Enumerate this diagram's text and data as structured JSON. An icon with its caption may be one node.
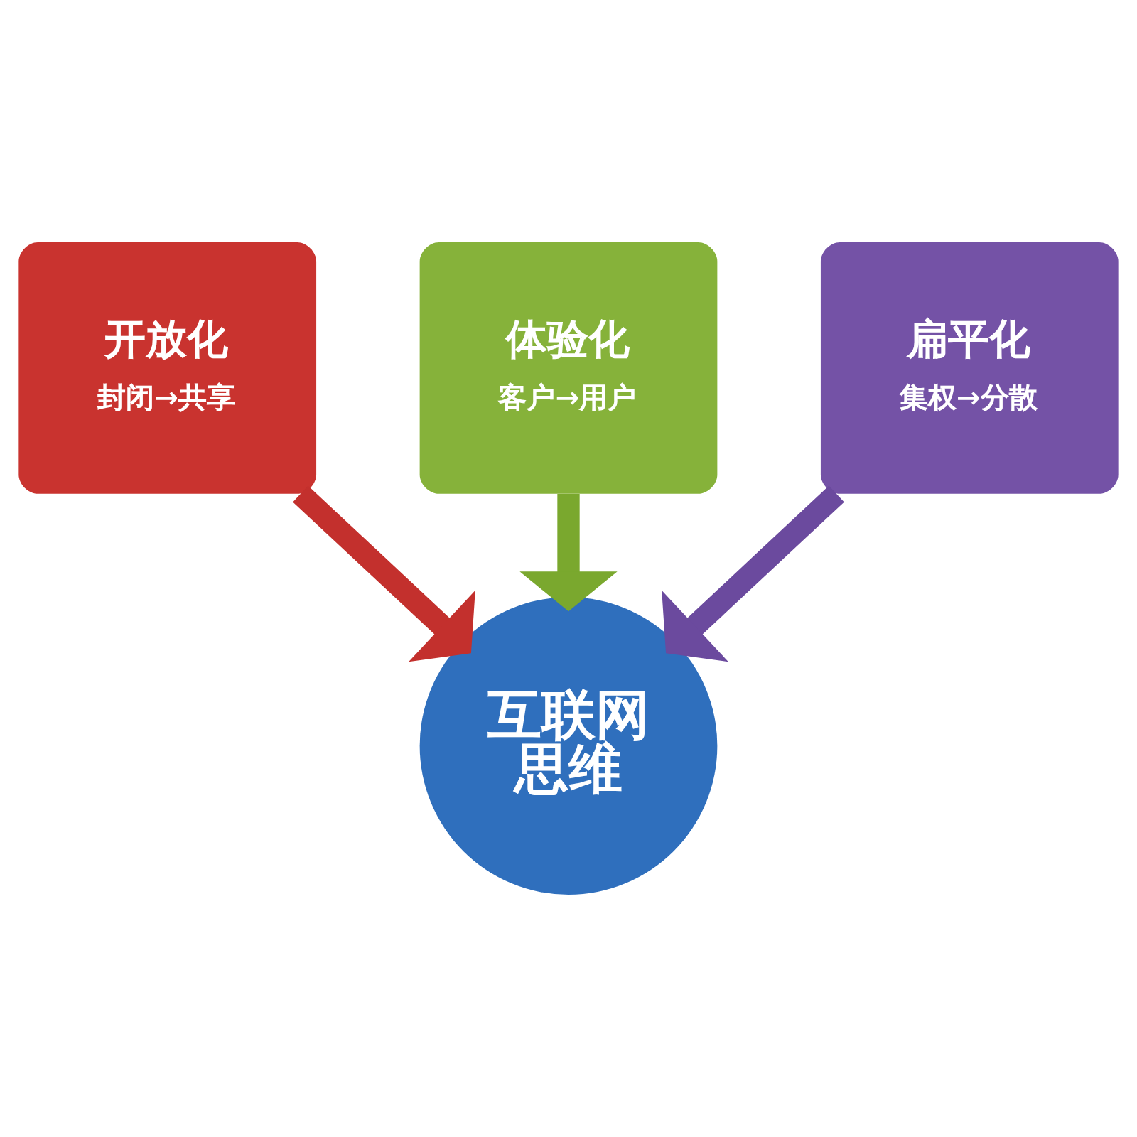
{
  "diagram": {
    "nodes": [
      {
        "text": [
          "体验化",
          "客户→用户"
        ]
      },
      {
        "text": [
          "开放化",
          "封闭→共享"
        ]
      },
      {
        "text": [
          "扁平化",
          "集权→分散"
        ]
      },
      {
        "text": [
          "互联网思维"
        ]
      }
    ],
    "edges": [
      {
        "from": 0,
        "to": 3,
        "arrow": "to",
        "color": "#7aa82e"
      },
      {
        "from": 1,
        "to": 3,
        "arrow": "to",
        "color": "#c3302d"
      },
      {
        "from": 2,
        "to": 3,
        "arrow": "to",
        "color": "#6b4a9e"
      }
    ]
  }
}
